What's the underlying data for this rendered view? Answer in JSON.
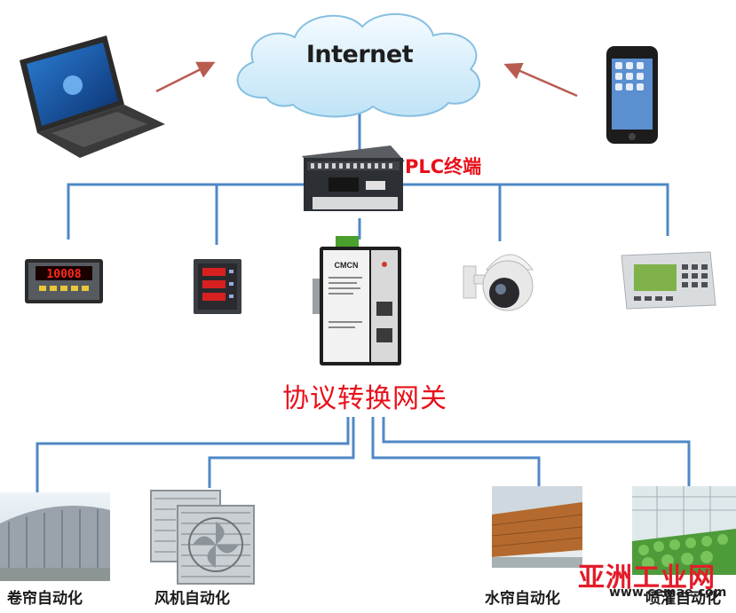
{
  "internet": {
    "label": "Internet"
  },
  "plc": {
    "label": "PLC终端"
  },
  "gateway": {
    "label": "协议转换网关",
    "brand": "CMCN"
  },
  "meter": {
    "reading": "10008"
  },
  "subsystems": [
    {
      "label": "卷帘自动化"
    },
    {
      "label": "风机自动化"
    },
    {
      "label": "水帘自动化"
    },
    {
      "label": "喷灌自动化"
    }
  ],
  "watermark": {
    "title": "亚洲工业网",
    "url": "www.cemae.com"
  },
  "colors": {
    "line": "#4f88c6",
    "arrow": "#b85c50",
    "label_red": "#e8101a"
  },
  "icons": [
    "cloud-icon",
    "laptop-icon",
    "smartphone-icon",
    "plc-icon",
    "panel-meter-icon",
    "power-meter-icon",
    "gateway-device-icon",
    "dome-camera-icon",
    "weighing-terminal-icon"
  ]
}
